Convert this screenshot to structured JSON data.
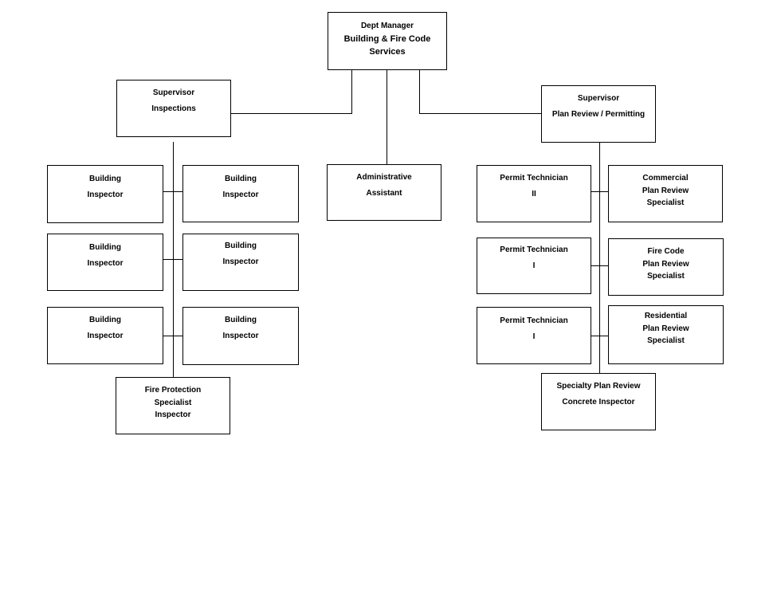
{
  "org_chart": {
    "top": {
      "lines": [
        "Dept Manager",
        "Building & Fire Code",
        "Services"
      ]
    },
    "sup_insp": {
      "lines": [
        "Supervisor",
        "Inspections"
      ]
    },
    "admin": {
      "lines": [
        "Administrative",
        "Assistant"
      ]
    },
    "sup_plan": {
      "lines": [
        "Supervisor",
        "Plan Review / Permitting"
      ]
    },
    "bi1": {
      "lines": [
        "Building",
        "Inspector"
      ]
    },
    "bi2": {
      "lines": [
        "Building",
        "Inspector"
      ]
    },
    "bi3": {
      "lines": [
        "Building",
        "Inspector"
      ]
    },
    "bi4": {
      "lines": [
        "Building",
        "Inspector"
      ]
    },
    "bi5": {
      "lines": [
        "Building",
        "Inspector"
      ]
    },
    "bi6": {
      "lines": [
        "Building",
        "Inspector"
      ]
    },
    "fps": {
      "lines": [
        "Fire Protection",
        "Specialist",
        "Inspector"
      ]
    },
    "pt2": {
      "lines": [
        "Permit Technician",
        "II"
      ]
    },
    "pt1a": {
      "lines": [
        "Permit Technician",
        "I"
      ]
    },
    "pt1b": {
      "lines": [
        "Permit Technician",
        "I"
      ]
    },
    "cprs": {
      "lines": [
        "Commercial",
        "Plan Review",
        "Specialist"
      ]
    },
    "fcprs": {
      "lines": [
        "Fire Code",
        "Plan Review",
        "Specialist"
      ]
    },
    "rprs": {
      "lines": [
        "Residential",
        "Plan Review",
        "Specialist"
      ]
    },
    "spr": {
      "lines": [
        "Specialty Plan Review",
        "Concrete Inspector"
      ]
    }
  }
}
